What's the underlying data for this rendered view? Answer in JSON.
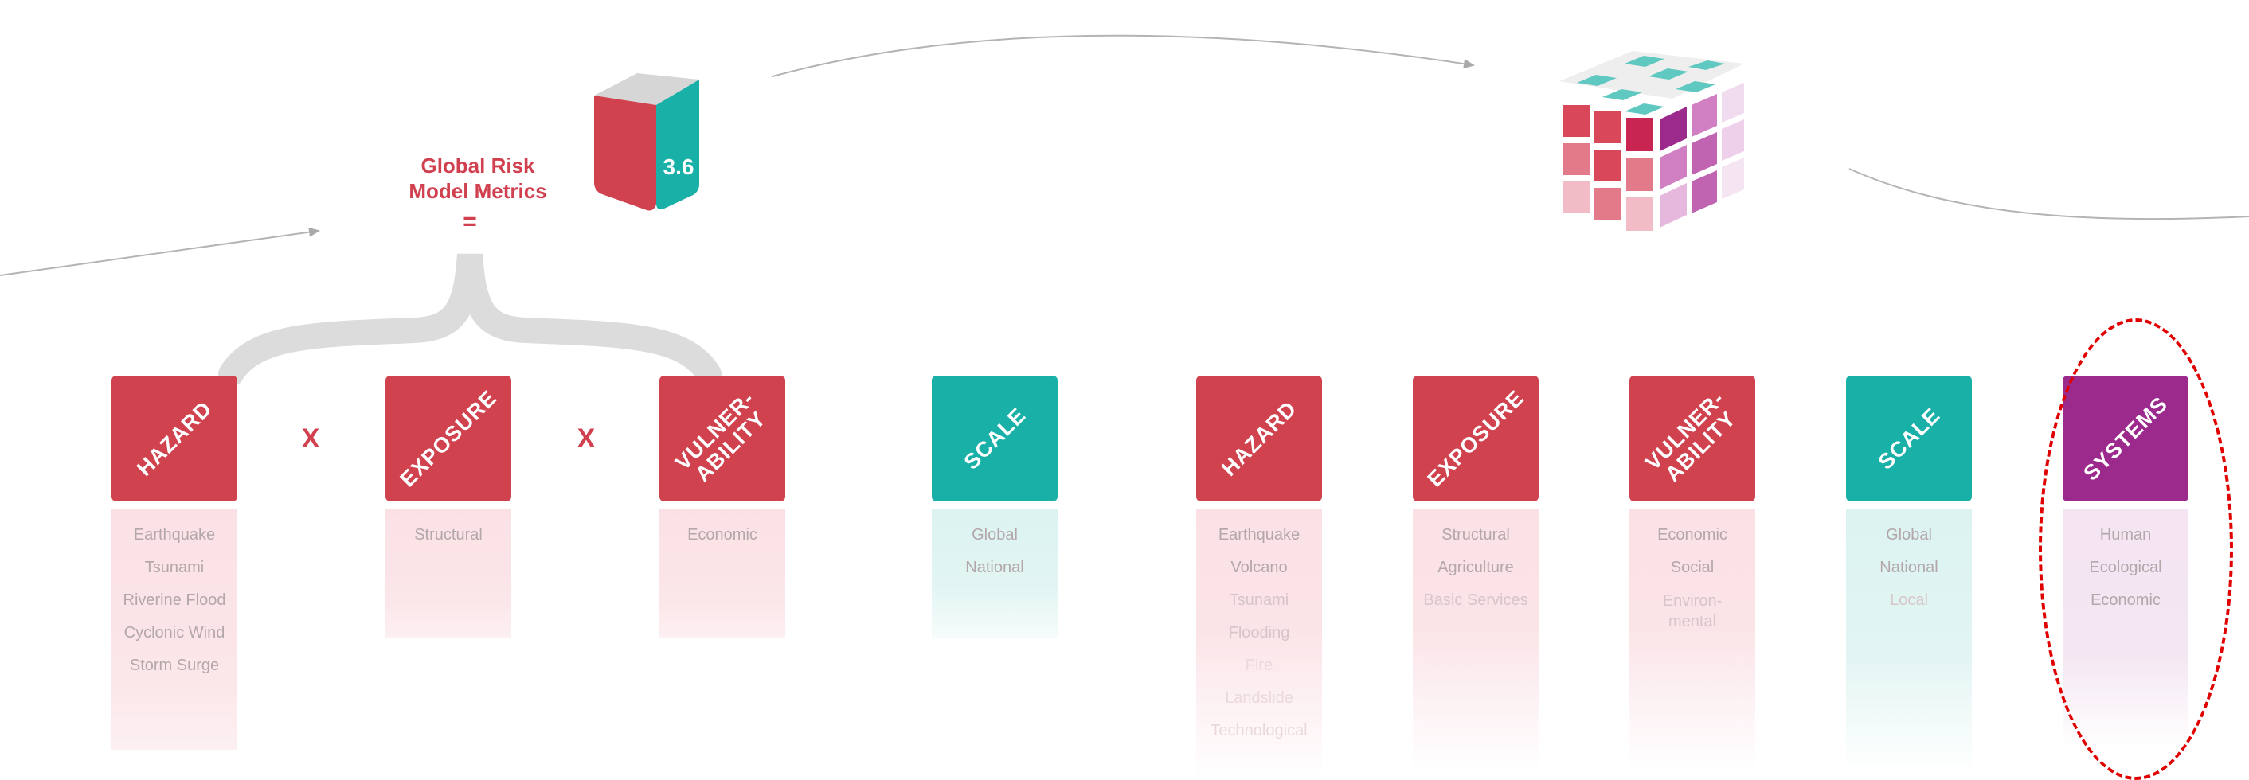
{
  "title": {
    "line1": "Global Risk",
    "line2": "Model Metrics",
    "equals": "="
  },
  "cube_value": "3.6",
  "operator": "X",
  "left_group": [
    {
      "label": "HAZARD",
      "color": "#d1424f",
      "items": [
        "Earthquake",
        "Tsunami",
        "Riverine Flood",
        "Cyclonic Wind",
        "Storm Surge"
      ]
    },
    {
      "label": "EXPOSURE",
      "color": "#d1424f",
      "items": [
        "Structural"
      ]
    },
    {
      "label": "VULNER-\nABILITY",
      "color": "#d1424f",
      "items": [
        "Economic"
      ]
    },
    {
      "label": "SCALE",
      "color": "#18b0a7",
      "items": [
        "Global",
        "National"
      ]
    }
  ],
  "right_group": [
    {
      "label": "HAZARD",
      "color": "#d1424f",
      "items": [
        "Earthquake",
        "Volcano",
        "Tsunami",
        "Flooding",
        "Fire",
        "Landslide",
        "Technological"
      ]
    },
    {
      "label": "EXPOSURE",
      "color": "#d1424f",
      "items": [
        "Structural",
        "Agriculture",
        "Basic Services"
      ]
    },
    {
      "label": "VULNER-\nABILITY",
      "color": "#d1424f",
      "items": [
        "Economic",
        "Social",
        "Environ-",
        "mental"
      ]
    },
    {
      "label": "SCALE",
      "color": "#18b0a7",
      "items": [
        "Global",
        "National",
        "Local"
      ]
    },
    {
      "label": "SYSTEMS",
      "color": "#9b2a8c",
      "items": [
        "Human",
        "Ecological",
        "Economic"
      ]
    }
  ]
}
